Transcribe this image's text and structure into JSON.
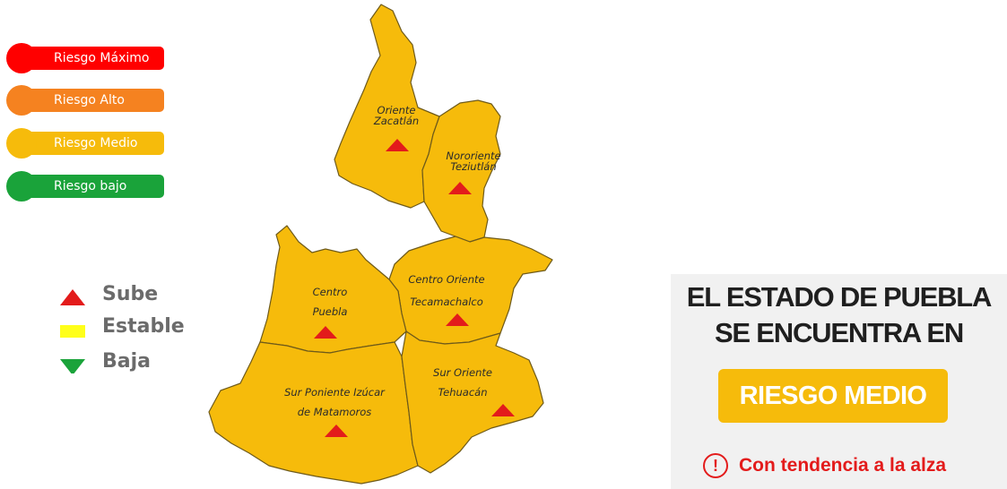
{
  "legend_risk": {
    "items": [
      {
        "label": "Riesgo Máximo",
        "color": "#ff0000"
      },
      {
        "label": "Riesgo Alto",
        "color": "#f58220"
      },
      {
        "label": "Riesgo Medio",
        "color": "#f6bb0b"
      },
      {
        "label": "Riesgo bajo",
        "color": "#1aa33a"
      }
    ]
  },
  "legend_trend": {
    "items": [
      {
        "label": "Sube",
        "symbol": "triangle-up",
        "color": "#e31b1b"
      },
      {
        "label": "Estable",
        "symbol": "rectangle",
        "color": "#ffff1a"
      },
      {
        "label": "Baja",
        "symbol": "triangle-down",
        "color": "#1aa33a"
      }
    ]
  },
  "map": {
    "fill_color": "#f6bb0b",
    "border_color": "#6e5a1a",
    "marker_color": "#e31b1b",
    "regions": [
      {
        "lines": [
          "Oriente",
          "Zacatlán"
        ],
        "trend": "Sube"
      },
      {
        "lines": [
          "Nororiente",
          "Teziutlán"
        ],
        "trend": "Sube"
      },
      {
        "lines": [
          "Centro Oriente",
          "Tecamachalco"
        ],
        "trend": "Sube"
      },
      {
        "lines": [
          "Centro",
          "Puebla"
        ],
        "trend": "Sube"
      },
      {
        "lines": [
          "Sur Poniente Izúcar",
          "de Matamoros"
        ],
        "trend": "Sube"
      },
      {
        "lines": [
          "Sur Oriente",
          "Tehuacán"
        ],
        "trend": "Sube"
      }
    ]
  },
  "status_panel": {
    "title_line1": "EL ESTADO DE PUEBLA",
    "title_line2": "SE ENCUENTRA EN",
    "risk_level": "RIESGO MEDIO",
    "trend_icon": "!",
    "trend_text": "Con tendencia a la alza",
    "badge_color": "#f6bb0b",
    "trend_color": "#e31b1b"
  }
}
